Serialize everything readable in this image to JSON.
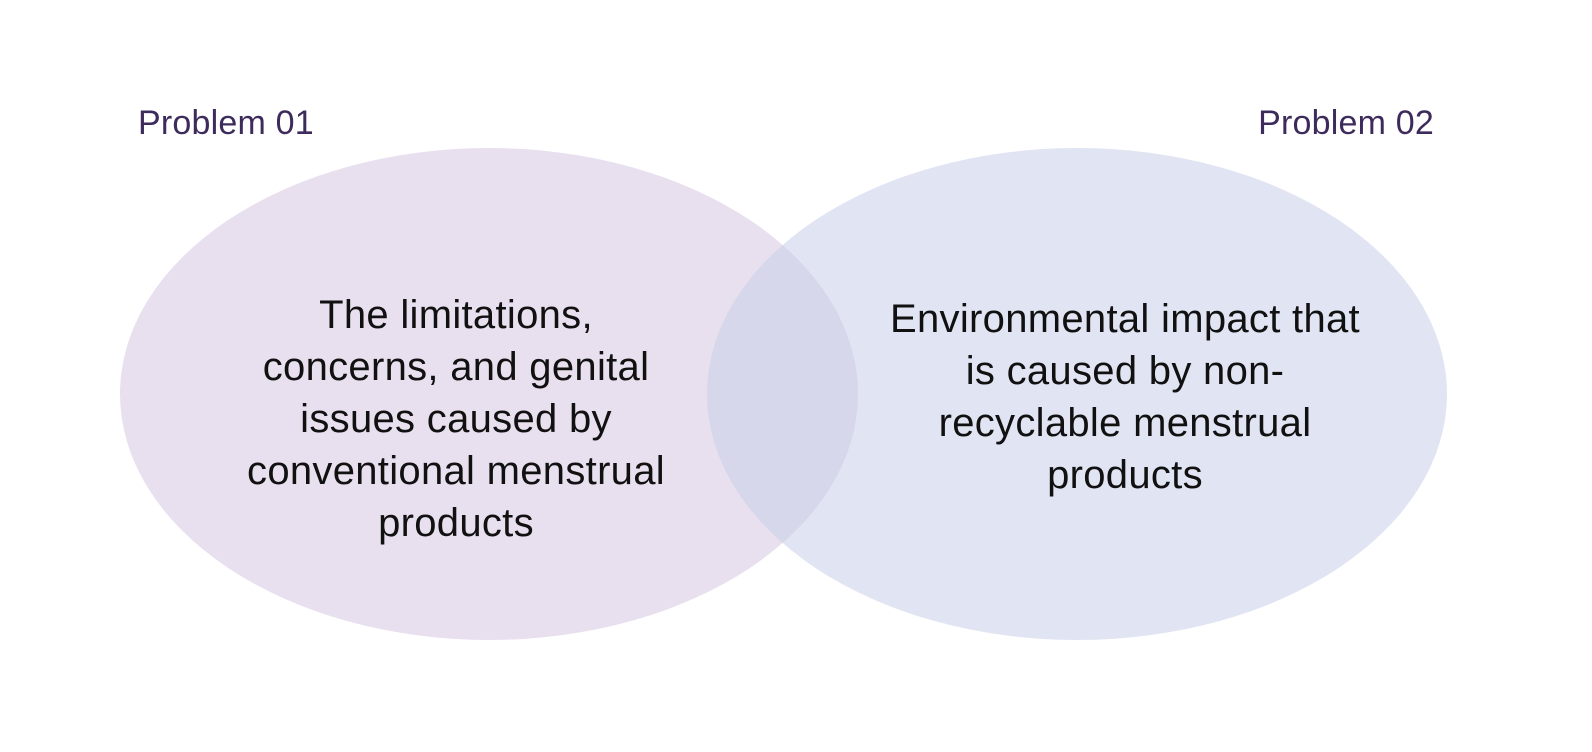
{
  "diagram": {
    "type": "venn",
    "colors": {
      "left_circle": "#e8e0ef",
      "right_circle": "#e1e4f2",
      "overlap": "#d6d7ea",
      "label_text": "#3d2b5c",
      "body_text": "#111111"
    },
    "problems": [
      {
        "label": "Problem 01",
        "description": "The limitations, concerns, and genital issues caused by conventional menstrual products"
      },
      {
        "label": "Problem 02",
        "description": "Environmental impact that is caused by non-recyclable menstrual products"
      }
    ]
  }
}
